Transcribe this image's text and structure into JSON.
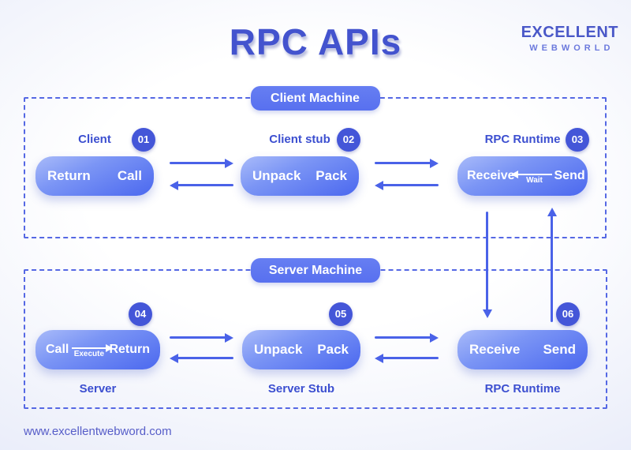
{
  "header": {
    "title": "RPC APIs",
    "logo_line1": "EXCELLENT",
    "logo_line2": "WEBWORLD"
  },
  "footer": {
    "website": "www.excellentwebword.com"
  },
  "colors": {
    "accent_arrow_blue": "#4a62e8",
    "title_blue": "#4353ce",
    "badge_blue": "#4456d8",
    "pill_label_blue": "#5b74f0",
    "dashed_border_blue": "#5568e4",
    "node_gradient_top": "#a9bbf9",
    "node_gradient_bottom": "#4b68ef",
    "node_text_white": "#ffffff",
    "caption_blue": "#3c4fd0"
  },
  "client": {
    "label": "Client Machine",
    "nodes": [
      {
        "title": "Client",
        "badge": "01",
        "left": "Return",
        "right": "Call"
      },
      {
        "title": "Client stub",
        "badge": "02",
        "left": "Unpack",
        "right": "Pack"
      },
      {
        "title": "RPC Runtime",
        "badge": "03",
        "left": "Receive",
        "right": "Send",
        "inner_label": "Wait",
        "inner_direction": "left"
      }
    ]
  },
  "server": {
    "label": "Server Machine",
    "nodes": [
      {
        "title": "Server",
        "badge": "04",
        "left": "Call",
        "right": "Return",
        "inner_label": "Execute",
        "inner_direction": "right"
      },
      {
        "title": "Server Stub",
        "badge": "05",
        "left": "Unpack",
        "right": "Pack"
      },
      {
        "title": "RPC Runtime",
        "badge": "06",
        "left": "Receive",
        "right": "Send"
      }
    ]
  }
}
